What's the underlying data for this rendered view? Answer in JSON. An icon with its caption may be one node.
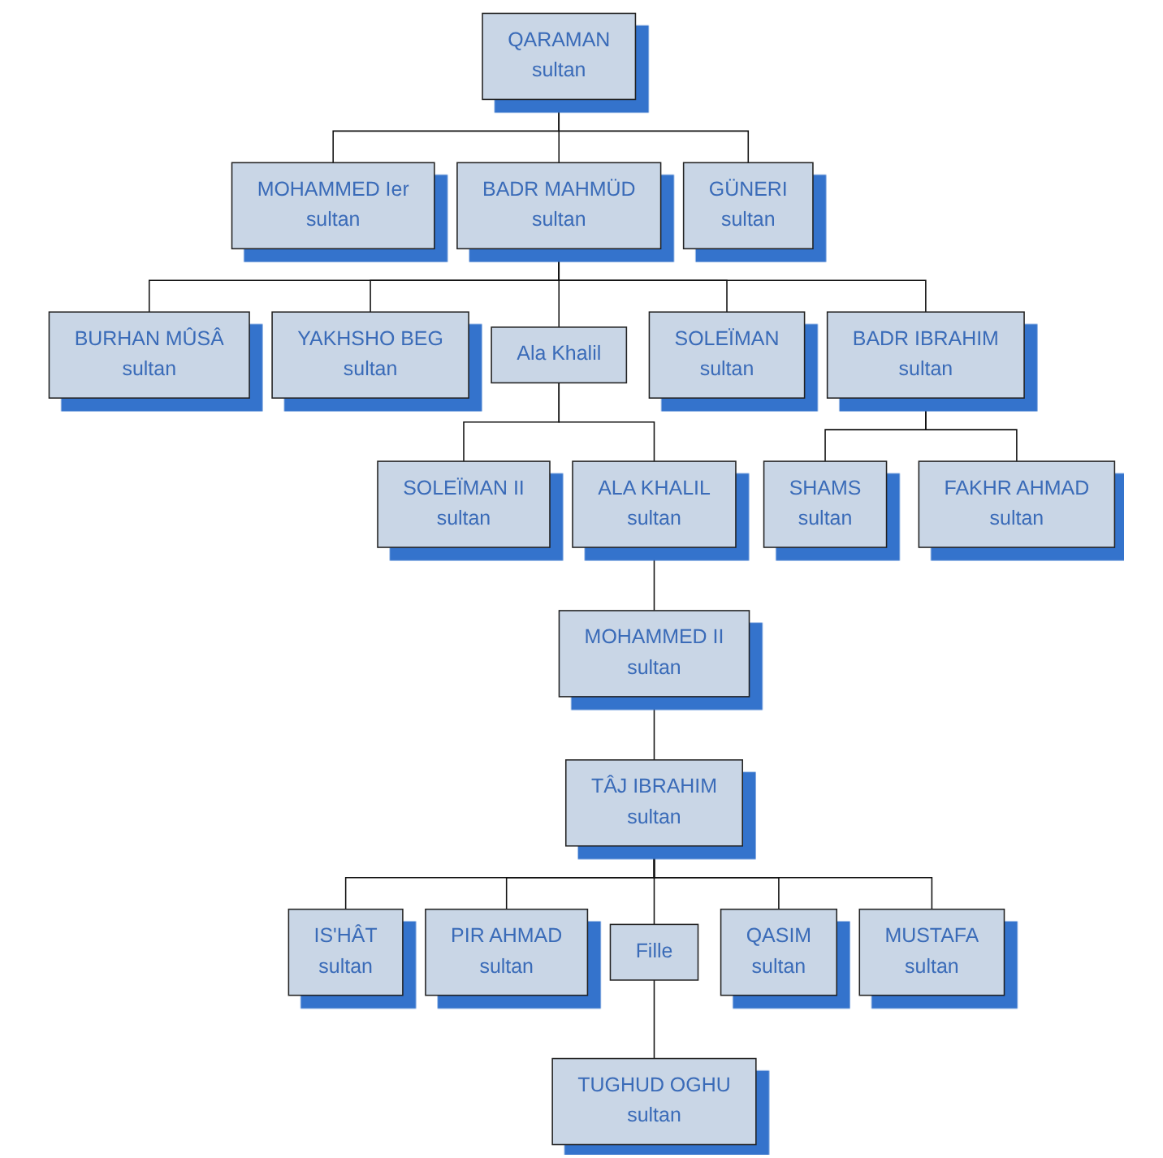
{
  "diagram": {
    "nodes": [
      {
        "text": [
          "QARAMAN",
          "sultan"
        ]
      },
      {
        "text": [
          "MOHAMMED Ier",
          "sultan"
        ]
      },
      {
        "text": [
          "BADR MAHMÜD",
          "sultan"
        ]
      },
      {
        "text": [
          "GÜNERI",
          "sultan"
        ]
      },
      {
        "text": [
          "BURHAN MÛSÂ",
          "sultan"
        ]
      },
      {
        "text": [
          "YAKHSHO BEG",
          "sultan"
        ]
      },
      {
        "text": [
          "Ala Khalil"
        ]
      },
      {
        "text": [
          "SOLEÏMAN",
          "sultan"
        ]
      },
      {
        "text": [
          "BADR IBRAHIM",
          "sultan"
        ]
      },
      {
        "text": [
          "SOLEÏMAN II",
          "sultan"
        ]
      },
      {
        "text": [
          "ALA KHALIL",
          "sultan"
        ]
      },
      {
        "text": [
          "SHAMS",
          "sultan"
        ]
      },
      {
        "text": [
          "FAKHR AHMAD",
          "sultan"
        ]
      },
      {
        "text": [
          "MOHAMMED II",
          "sultan"
        ]
      },
      {
        "text": [
          "TÂJ IBRAHIM",
          "sultan"
        ]
      },
      {
        "text": [
          "IS'HÂT",
          "sultan"
        ]
      },
      {
        "text": [
          "PIR AHMAD",
          "sultan"
        ]
      },
      {
        "text": [
          "Fille"
        ]
      },
      {
        "text": [
          "QASIM",
          "sultan"
        ]
      },
      {
        "text": [
          "MUSTAFA",
          "sultan"
        ]
      },
      {
        "text": [
          "TUGHUD OGHU",
          "sultan"
        ]
      }
    ],
    "edges": [
      {
        "from": 0,
        "to": 1,
        "arrow": "none"
      },
      {
        "from": 0,
        "to": 2,
        "arrow": "none"
      },
      {
        "from": 0,
        "to": 3,
        "arrow": "none"
      },
      {
        "from": 2,
        "to": 4,
        "arrow": "none"
      },
      {
        "from": 2,
        "to": 5,
        "arrow": "none"
      },
      {
        "from": 2,
        "to": 6,
        "arrow": "none"
      },
      {
        "from": 2,
        "to": 7,
        "arrow": "none"
      },
      {
        "from": 2,
        "to": 8,
        "arrow": "none"
      },
      {
        "from": 6,
        "to": 9,
        "arrow": "none"
      },
      {
        "from": 6,
        "to": 10,
        "arrow": "none"
      },
      {
        "from": 8,
        "to": 11,
        "arrow": "none"
      },
      {
        "from": 8,
        "to": 12,
        "arrow": "none"
      },
      {
        "from": 10,
        "to": 13,
        "arrow": "none"
      },
      {
        "from": 13,
        "to": 14,
        "arrow": "none"
      },
      {
        "from": 14,
        "to": 15,
        "arrow": "none"
      },
      {
        "from": 14,
        "to": 16,
        "arrow": "none"
      },
      {
        "from": 14,
        "to": 17,
        "arrow": "none"
      },
      {
        "from": 14,
        "to": 18,
        "arrow": "none"
      },
      {
        "from": 14,
        "to": 19,
        "arrow": "none"
      },
      {
        "from": 17,
        "to": 20,
        "arrow": "none"
      }
    ]
  }
}
